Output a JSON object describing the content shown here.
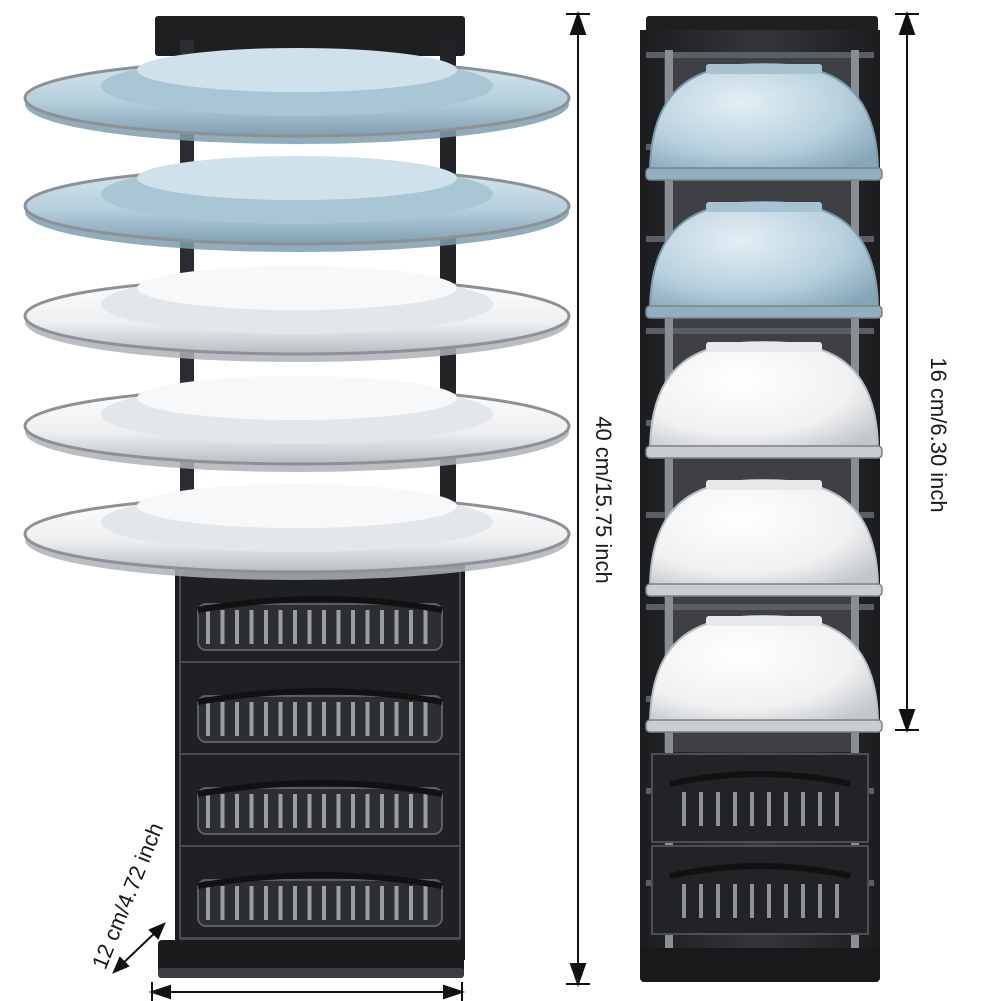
{
  "image": {
    "subject": "adjustable-dish-rack",
    "colors": {
      "rack": "#2a2b2e",
      "rack_dark": "#141516",
      "rack_edge": "#45474b",
      "plate_blue": "#b9d2de",
      "plate_blue_shadow": "#8fb0c2",
      "plate_white": "#f2f3f4",
      "plate_white_shadow": "#c9cdd1",
      "rim": "#8d9196",
      "dimension_line": "#111111"
    }
  },
  "dimensions": {
    "height_total": "40 cm/15.75 inch",
    "bowl_section_height": "16 cm/6.30 inch",
    "width": "12 cm/4.72 inch"
  },
  "plates": [
    "blue",
    "blue",
    "white",
    "white",
    "white"
  ],
  "bowls": [
    "blue",
    "blue",
    "white",
    "white",
    "white"
  ]
}
